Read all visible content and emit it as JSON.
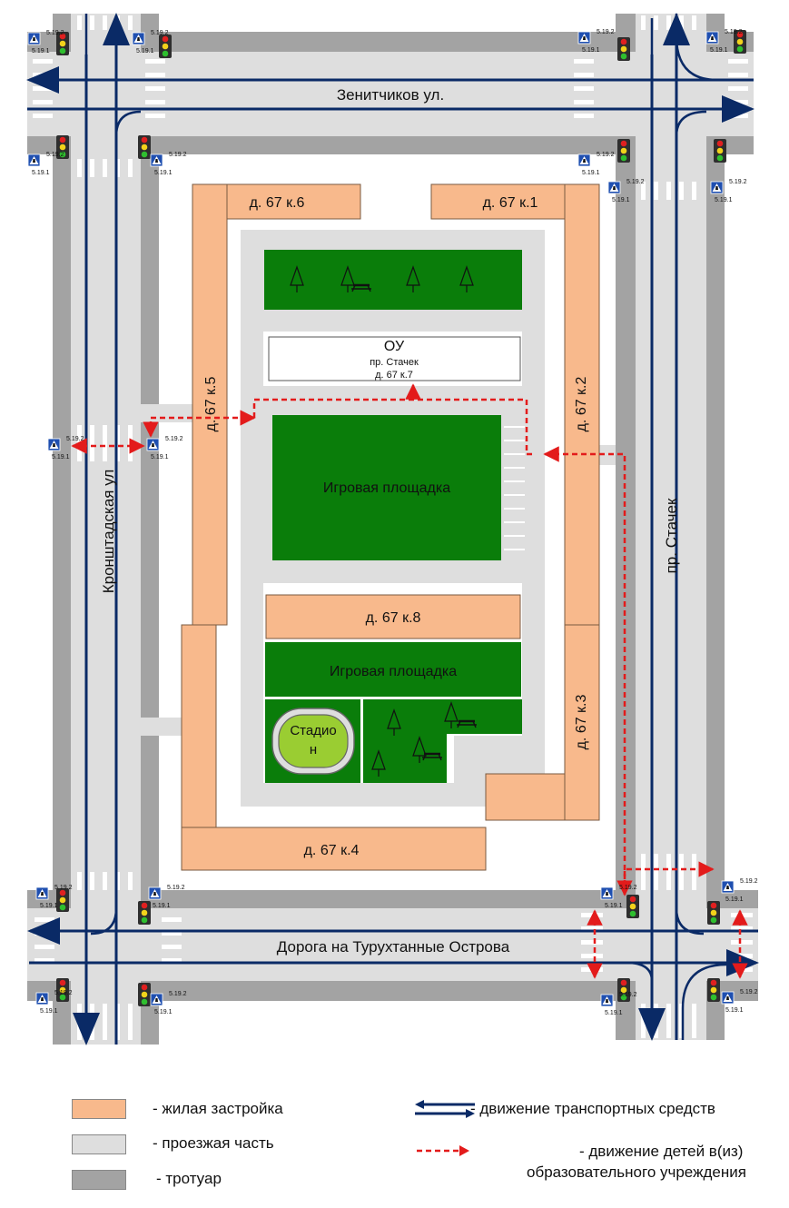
{
  "colors": {
    "building": "#f8b98c",
    "carriageway": "#dedede",
    "sidewalk": "#a3a3a3",
    "green": "#0a7d0a",
    "stadium_field": "#9acd32",
    "car_arrow": "#0a2a66",
    "child_path": "#e31b1b",
    "tl_body": "#2e2e2e",
    "tl_red": "#e02020",
    "tl_yellow": "#f2d21b",
    "tl_green": "#2fbf2f",
    "sign_blue": "#1f4fb0"
  },
  "streets": {
    "north": "Зенитчиков ул.",
    "west": "Кронштадская ул",
    "east": "пр. Стачек",
    "south": "Дорога на Турухтанные Острова"
  },
  "buildings": {
    "k6": "д. 67 к.6",
    "k1": "д. 67 к.1",
    "k5": "д. 67 к.5",
    "k2": "д. 67 к.2",
    "k8": "д. 67 к.8",
    "k3": "д. 67 к.3",
    "k4": "д. 67 к.4"
  },
  "school": {
    "title": "ОУ",
    "line1": "пр. Стачек",
    "line2": "д. 67 к.7"
  },
  "areas": {
    "playground_main": "Игровая площадка",
    "playground_second": "Игровая площадка",
    "stadium_line1": "Стадио",
    "stadium_line2": "н"
  },
  "sign_labels": {
    "top": "5.19.2",
    "bottom": "5.19.1"
  },
  "legend": {
    "residential": "- жилая застройка",
    "carriageway": "- проезжая часть",
    "sidewalk": "- тротуар",
    "vehicles": "- движение транспортных средств",
    "children_line1": "- движение детей в(из)",
    "children_line2": "образовательного учреждения"
  }
}
